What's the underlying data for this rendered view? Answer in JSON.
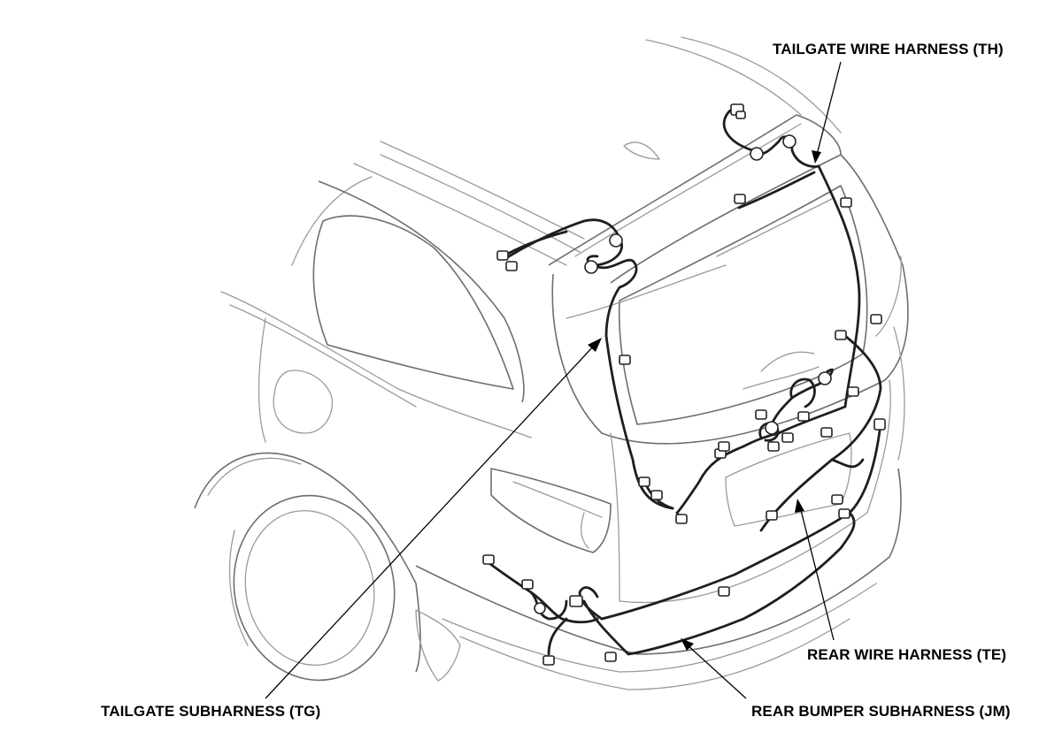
{
  "diagram": {
    "labels": {
      "tailgate_wire_harness": "TAILGATE WIRE HARNESS (TH)",
      "tailgate_subharness": "TAILGATE SUBHARNESS (TG)",
      "rear_wire_harness": "REAR WIRE HARNESS (TE)",
      "rear_bumper_subharness": "REAR BUMPER SUBHARNESS (JM)"
    },
    "colors": {
      "wire": "#1e1e1e",
      "body_outline": "#9a9a9a",
      "leader": "#000000",
      "background": "#ffffff"
    }
  }
}
